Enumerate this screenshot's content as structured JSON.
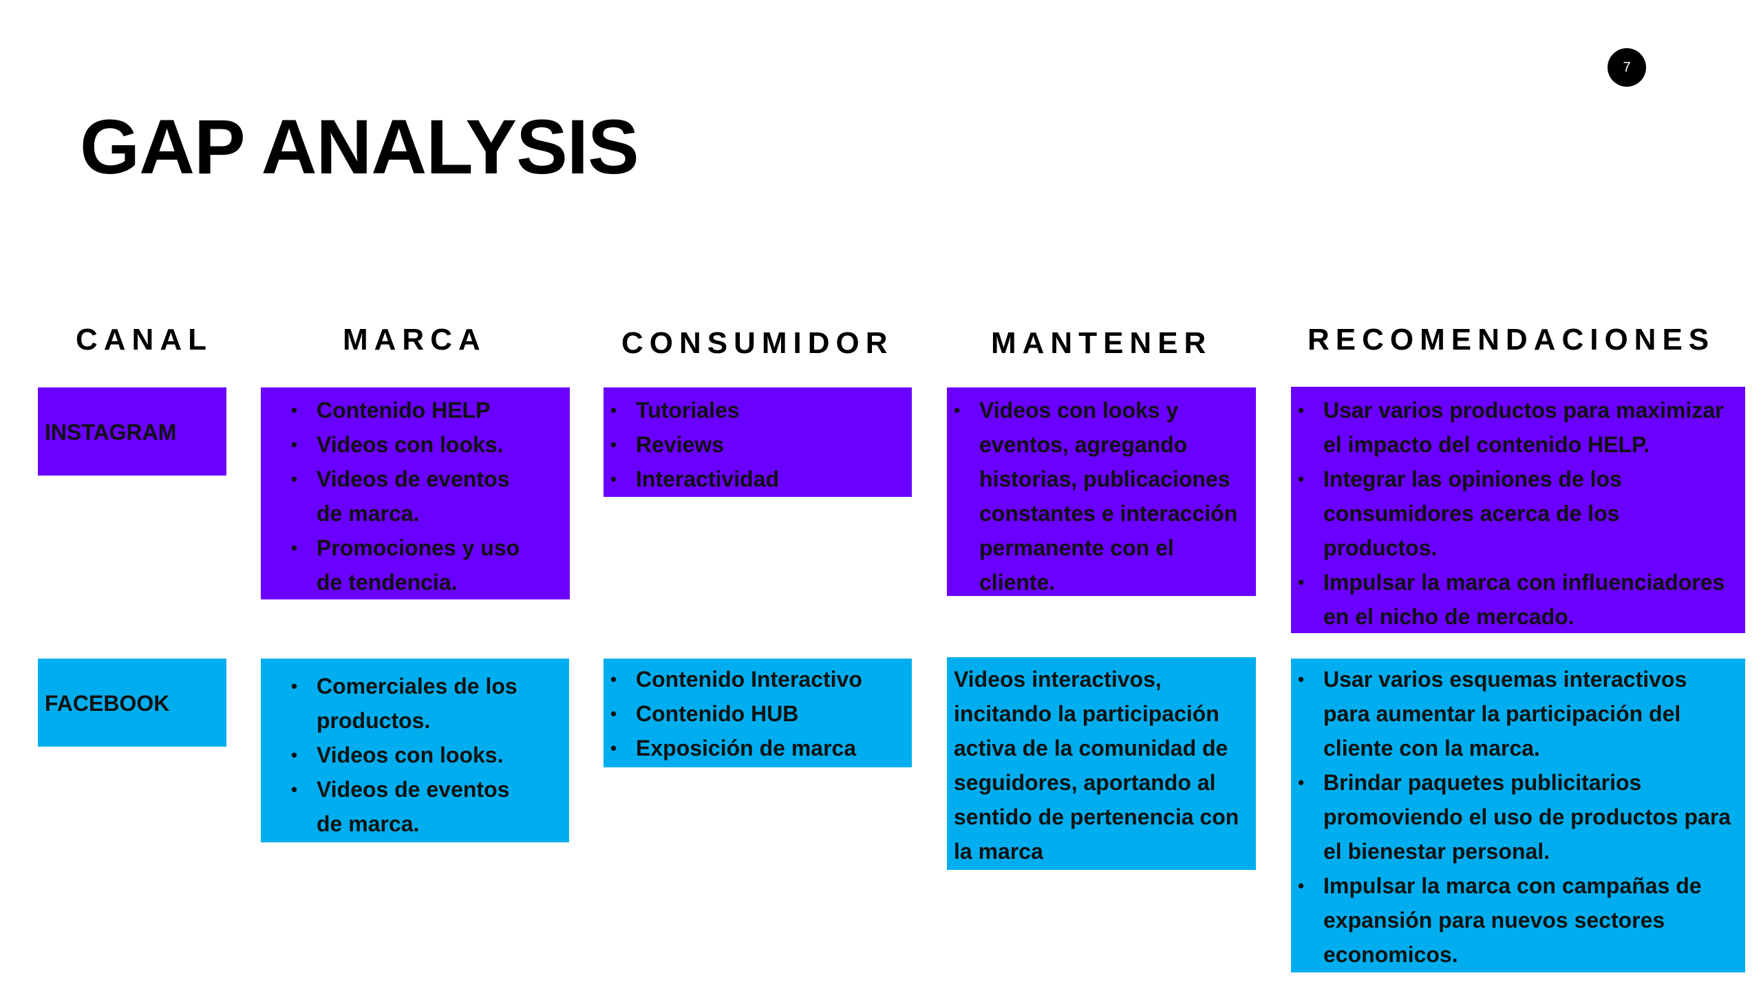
{
  "slide": {
    "page_number": "7",
    "title": "GAP ANALYSIS"
  },
  "headers": {
    "canal": "CANAL",
    "marca": "MARCA",
    "consumidor": "CONSUMIDOR",
    "mantener": "MANTENER",
    "recomendaciones": "RECOMENDACIONES"
  },
  "colors": {
    "instagram": "#6a00ff",
    "facebook": "#00aeef"
  },
  "instagram": {
    "canal": "INSTAGRAM",
    "marca": [
      "Contenido HELP",
      "Videos con looks.",
      "Videos de eventos de marca.",
      "Promociones y uso de tendencia."
    ],
    "consumidor": [
      "Tutoriales",
      "Reviews",
      "Interactividad"
    ],
    "mantener": [
      "Videos con looks y eventos, agregando historias, publicaciones constantes e interacción permanente con el cliente."
    ],
    "recomendaciones": [
      "Usar varios productos para maximizar el impacto del contenido HELP.",
      "Integrar las opiniones de los consumidores acerca de los productos.",
      "Impulsar la marca con influenciadores en el nicho de mercado."
    ]
  },
  "facebook": {
    "canal": "FACEBOOK",
    "marca": [
      "Comerciales de los productos.",
      "Videos con looks.",
      "Videos de eventos de marca."
    ],
    "consumidor": [
      "Contenido Interactivo",
      "Contenido HUB",
      "Exposición de marca"
    ],
    "mantener": "Videos interactivos, incitando la participación activa de la comunidad de seguidores, aportando al sentido de pertenencia con la marca",
    "recomendaciones": [
      "Usar varios esquemas interactivos para aumentar la participación del cliente con la marca.",
      "Brindar paquetes publicitarios promoviendo el uso de productos para el bienestar personal.",
      "Impulsar la marca con campañas de expansión para nuevos sectores economicos."
    ]
  }
}
